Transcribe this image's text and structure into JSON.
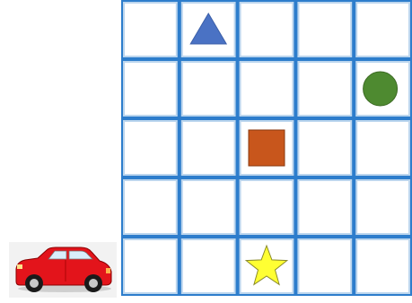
{
  "board": {
    "rows": 5,
    "cols": 5,
    "grid_color": "#2d7dcc",
    "cell_color": "#ffffff",
    "pieces": [
      {
        "type": "triangle",
        "name": "triangle-piece",
        "row": 0,
        "col": 1,
        "color": "#4a72c4"
      },
      {
        "type": "circle",
        "name": "circle-piece",
        "row": 1,
        "col": 4,
        "color": "#4e8a30"
      },
      {
        "type": "square",
        "name": "square-piece",
        "row": 2,
        "col": 2,
        "color": "#c8561c"
      },
      {
        "type": "star",
        "name": "star-piece",
        "row": 4,
        "col": 2,
        "color": "#ffff33"
      }
    ]
  },
  "car": {
    "icon": "red-car-icon",
    "color": "#e3141b"
  }
}
